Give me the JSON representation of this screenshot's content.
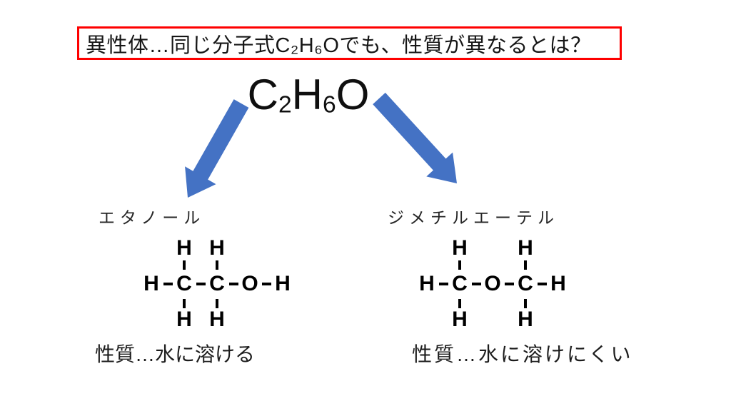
{
  "slide": {
    "background": "#ffffff",
    "accent_red": "#fe0000",
    "accent_blue": "#4472c4"
  },
  "title": {
    "text": "異性体…同じ分子式C₂H₆Oでも、性質が異なるとは？"
  },
  "formula": {
    "p1": "C",
    "s1": "2",
    "p2": "H",
    "s2": "6",
    "p3": "O"
  },
  "left": {
    "name": "エタノール",
    "structure": {
      "top": {
        "h1": "H",
        "h2": "H"
      },
      "mid": {
        "a1": "H",
        "a2": "C",
        "a3": "C",
        "a4": "O",
        "a5": "H"
      },
      "bottom": {
        "h1": "H",
        "h2": "H"
      }
    },
    "property": "性質…水に溶ける"
  },
  "right": {
    "name": "ジメチルエーテル",
    "structure": {
      "top": {
        "h1": "H",
        "h2": "H"
      },
      "mid": {
        "a1": "H",
        "a2": "C",
        "a3": "O",
        "a4": "C",
        "a5": "H"
      },
      "bottom": {
        "h1": "H",
        "h2": "H"
      }
    },
    "property": "性質…水に溶けにくい"
  }
}
